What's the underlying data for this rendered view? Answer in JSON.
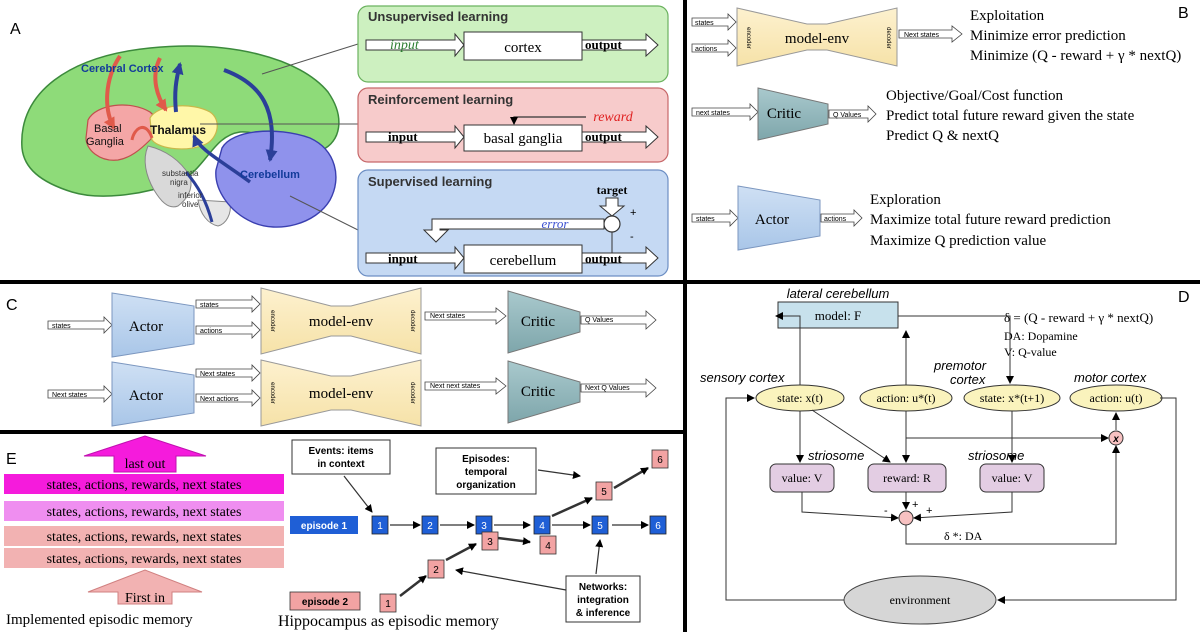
{
  "panelA": {
    "letter": "A",
    "brain": {
      "cortex": "Cerebral Cortex",
      "basal1": "Basal",
      "basal2": "Ganglia",
      "thalamus": "Thalamus",
      "substantia1": "substantia",
      "substantia2": "nigra",
      "inferior1": "inferior",
      "inferior2": "olive",
      "cerebellum": "Cerebellum"
    },
    "unsupervised": {
      "title": "Unsupervised learning",
      "input": "input",
      "box": "cortex",
      "output": "output"
    },
    "reinforcement": {
      "title": "Reinforcement learning",
      "reward": "reward",
      "input": "input",
      "box": "basal ganglia",
      "output": "output"
    },
    "supervised": {
      "title": "Supervised learning",
      "target": "target",
      "plus": "+",
      "minus": "-",
      "error": "error",
      "input": "input",
      "box": "cerebellum",
      "output": "output"
    }
  },
  "panelB": {
    "letter": "B",
    "states": "states",
    "actions": "actions",
    "encoder": "encoder",
    "decoder": "decoder",
    "model": "model-env",
    "nextStates": "Next states",
    "exploit": [
      "Exploitation",
      "Minimize error prediction",
      "Minimize (Q - reward + γ * nextQ)"
    ],
    "criticIn": "next states",
    "critic": "Critic",
    "qvalues": "Q Values",
    "objective": [
      "Objective/Goal/Cost function",
      "Predict total future reward given the state",
      "Predict Q & nextQ"
    ],
    "actorIn": "states",
    "actor": "Actor",
    "actorOut": "actions",
    "explore": [
      "Exploration",
      "Maximize total future reward prediction",
      "Maximize Q prediction value"
    ]
  },
  "panelC": {
    "letter": "C",
    "row1": {
      "in": "states",
      "actor": "Actor",
      "out1": "states",
      "out2": "actions",
      "encoder": "encoder",
      "model": "model-env",
      "decoder": "decoder",
      "next": "Next states",
      "critic": "Critic",
      "q": "Q Values"
    },
    "row2": {
      "in": "Next states",
      "actor": "Actor",
      "out1": "Next states",
      "out2": "Next actions",
      "encoder": "encoder",
      "model": "model-env",
      "decoder": "decoder",
      "next": "Next next states",
      "critic": "Critic",
      "q": "Next Q Values"
    }
  },
  "panelD": {
    "letter": "D",
    "lateral": "lateral cerebellum",
    "model": "model: F",
    "delta": "δ = (Q - reward + γ * nextQ)",
    "da": "DA: Dopamine",
    "v": "V: Q-value",
    "sensory": "sensory cortex",
    "premotor1": "premotor",
    "premotor2": "cortex",
    "motor": "motor cortex",
    "stateX": "state:  x(t)",
    "actionU": "action:  u*(t)",
    "stateX1": "state:  x*(t+1)",
    "actionUt": "action:  u(t)",
    "striosome": "striosome",
    "valueV": "value:  V",
    "reward": "reward:  R",
    "plus": "+",
    "minus": "-",
    "x": "x",
    "deltaDA": "δ *: DA",
    "environment": "environment"
  },
  "panelE": {
    "letter": "E",
    "lastOut": "last out",
    "stack": [
      "states, actions, rewards, next states",
      "states, actions, rewards, next states",
      "states, actions, rewards, next states",
      "states, actions, rewards, next states"
    ],
    "firstIn": "First in",
    "implemented": "Implemented episodic memory",
    "events1": "Events: items",
    "events2": "in context",
    "episodesBox1": "Episodes:",
    "episodesBox2": "temporal",
    "episodesBox3": "organization",
    "episode1": "episode 1",
    "episode2": "episode 2",
    "networks1": "Networks:",
    "networks2": "integration",
    "networks3": "& inference",
    "hippocampus": "Hippocampus as episodic memory",
    "n1": "1",
    "n2": "2",
    "n3": "3",
    "n4": "4",
    "n5": "5",
    "n6": "6"
  }
}
